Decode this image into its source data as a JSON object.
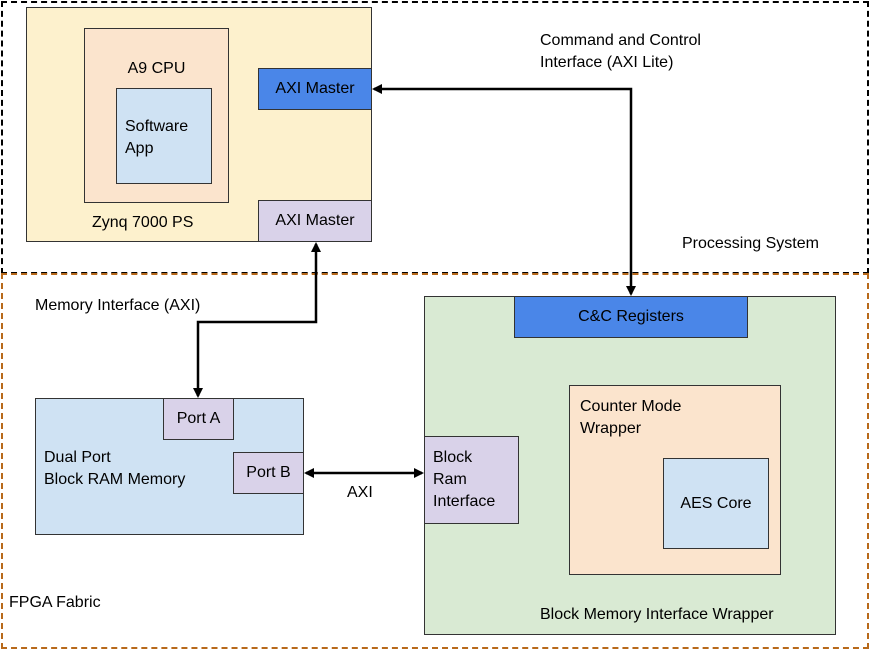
{
  "regions": {
    "processing_system": "Processing System",
    "fpga_fabric": "FPGA Fabric"
  },
  "zynq": {
    "label": "Zynq 7000 PS",
    "cpu_label": "A9 CPU",
    "app_label": "Software\nApp",
    "axi_master_top": "AXI Master",
    "axi_master_bottom": "AXI Master"
  },
  "interfaces": {
    "command_control": "Command and Control\nInterface (AXI Lite)",
    "memory": "Memory Interface (AXI)",
    "axi": "AXI"
  },
  "bram": {
    "label": "Dual Port\nBlock RAM Memory",
    "port_a": "Port A",
    "port_b": "Port B"
  },
  "wrapper": {
    "label": "Block Memory Interface Wrapper",
    "registers": "C&C Registers",
    "bram_interface": "Block\nRam\nInterface",
    "counter_mode": "Counter Mode\nWrapper",
    "aes_core": "AES Core"
  },
  "colors": {
    "ps_border": "#000000",
    "fpga_border": "#b8691a",
    "zynq_fill": "#fdf1cd",
    "cpu_fill": "#fbe4cd",
    "app_fill": "#cfe2f3",
    "axi_master_fill": "#4a86e8",
    "port_fill": "#d9d2e9",
    "wrapper_fill": "#d9ead3"
  }
}
